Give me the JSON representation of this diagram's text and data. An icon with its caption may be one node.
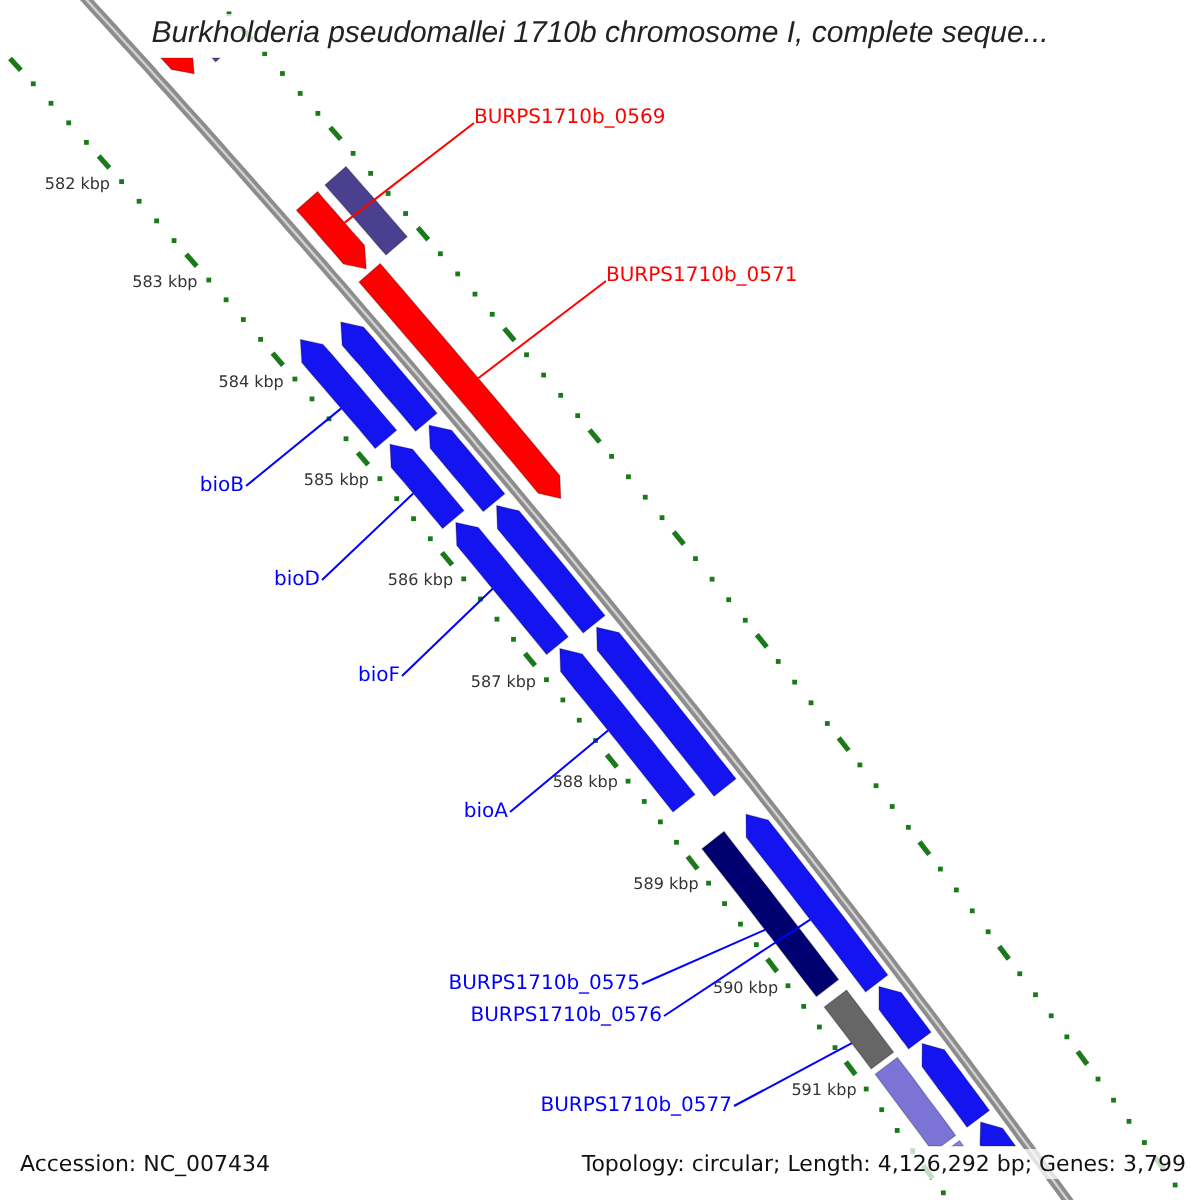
{
  "diagram": {
    "title": "Burkholderia pseudomallei 1710b chromosome I, complete seque...",
    "nodes": [
      {
        "text": [
          "BURPS1710b_0569"
        ]
      },
      {
        "text": [
          "BURPS1710b_0571"
        ]
      },
      {
        "text": [
          "bioB"
        ]
      },
      {
        "text": [
          "bioD"
        ]
      },
      {
        "text": [
          "bioF"
        ]
      },
      {
        "text": [
          "bioA"
        ]
      },
      {
        "text": [
          "BURPS1710b_0575"
        ]
      },
      {
        "text": [
          "BURPS1710b_0576"
        ]
      },
      {
        "text": [
          "BURPS1710b_0577"
        ]
      },
      {
        "text": [],
        "shape": "pentagon"
      },
      {
        "text": [],
        "shape": "bar"
      },
      {
        "text": [],
        "shape": "pentagon"
      },
      {
        "text": [],
        "shape": "bar"
      },
      {
        "text": [],
        "shape": "pentagon"
      },
      {
        "text": [],
        "shape": "pentagon"
      },
      {
        "text": [],
        "shape": "pentagon"
      },
      {
        "text": [],
        "shape": "pentagon"
      },
      {
        "text": [],
        "shape": "pentagon"
      },
      {
        "text": [],
        "shape": "pentagon"
      },
      {
        "text": [],
        "shape": "pentagon"
      },
      {
        "text": [],
        "shape": "pentagon"
      },
      {
        "text": [],
        "shape": "pentagon"
      },
      {
        "text": [],
        "shape": "bar"
      },
      {
        "text": [],
        "shape": "pentagon"
      },
      {
        "text": [],
        "shape": "bar"
      },
      {
        "text": [],
        "shape": "pentagon"
      },
      {
        "text": [],
        "shape": "bar"
      },
      {
        "text": [],
        "shape": "pentagon"
      },
      {
        "text": [],
        "shape": "bar"
      },
      {
        "text": [],
        "shape": "pentagon"
      }
    ],
    "edges": [
      {
        "from": 0,
        "to": 11,
        "arrow": "none",
        "color": "#ff0000"
      },
      {
        "from": 1,
        "to": 13,
        "arrow": "none",
        "color": "#ff0000"
      },
      {
        "from": 2,
        "to": 14,
        "arrow": "none"
      },
      {
        "from": 3,
        "to": 16,
        "arrow": "none"
      },
      {
        "from": 4,
        "to": 18,
        "arrow": "none"
      },
      {
        "from": 5,
        "to": 20,
        "arrow": "none"
      },
      {
        "from": 6,
        "to": 22,
        "arrow": "none"
      },
      {
        "from": 7,
        "to": 23,
        "arrow": "none"
      },
      {
        "from": 8,
        "to": 24,
        "arrow": "none"
      }
    ],
    "labels": [
      "582 kbp",
      "583 kbp",
      "584 kbp",
      "585 kbp",
      "586 kbp",
      "587 kbp",
      "588 kbp",
      "589 kbp",
      "590 kbp",
      "591 kbp",
      "Accession: NC_007434",
      "Topology: circular; Length: 4,126,292 bp; Genes: 3,799"
    ]
  }
}
